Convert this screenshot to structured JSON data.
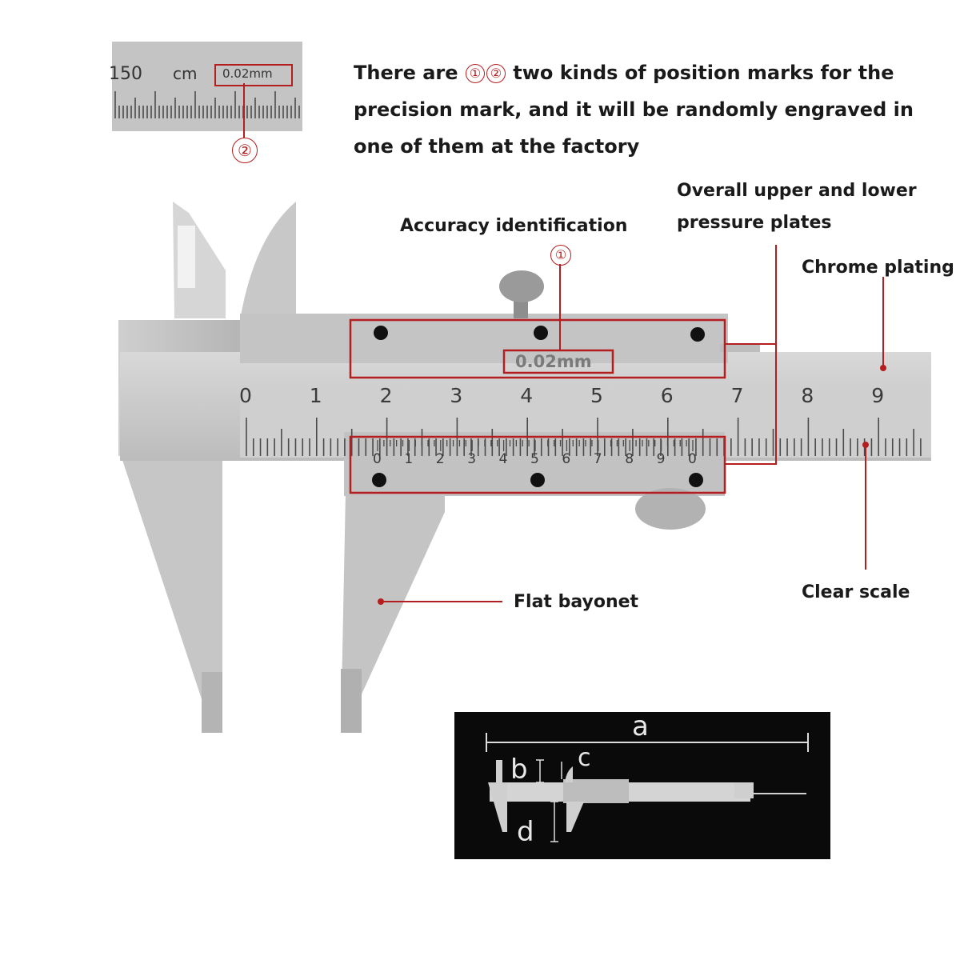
{
  "callouts": {
    "top_note_line1": "There are",
    "top_note_circ1": "①",
    "top_note_circ2": "②",
    "top_note_rest": "two kinds of position marks for the precision mark, and it will be randomly engraved in one of them at the factory",
    "marker_1": "①",
    "marker_2": "②",
    "accuracy_identification": "Accuracy identification",
    "pressure_plates_line1": "Overall upper and lower",
    "pressure_plates_line2": "pressure plates",
    "chrome_plating": "Chrome plating",
    "clear_scale": "Clear scale",
    "flat_bayonet": "Flat bayonet"
  },
  "inset_scale": {
    "number": "150",
    "unit": "cm",
    "precision": "0.02mm"
  },
  "main_scale": {
    "numbers": [
      "0",
      "1",
      "2",
      "3",
      "4",
      "5",
      "6",
      "7",
      "8",
      "9"
    ],
    "precision": "0.02mm"
  },
  "vernier_scale": {
    "numbers": [
      "0",
      "1",
      "2",
      "3",
      "4",
      "5",
      "6",
      "7",
      "8",
      "9",
      "0"
    ]
  },
  "dimension_panel": {
    "labels": [
      "a",
      "b",
      "c",
      "d"
    ]
  },
  "colors": {
    "accent_red": "#b41e1e",
    "steel": "#c9c9c9",
    "panel_bg": "#0a0a0a"
  }
}
